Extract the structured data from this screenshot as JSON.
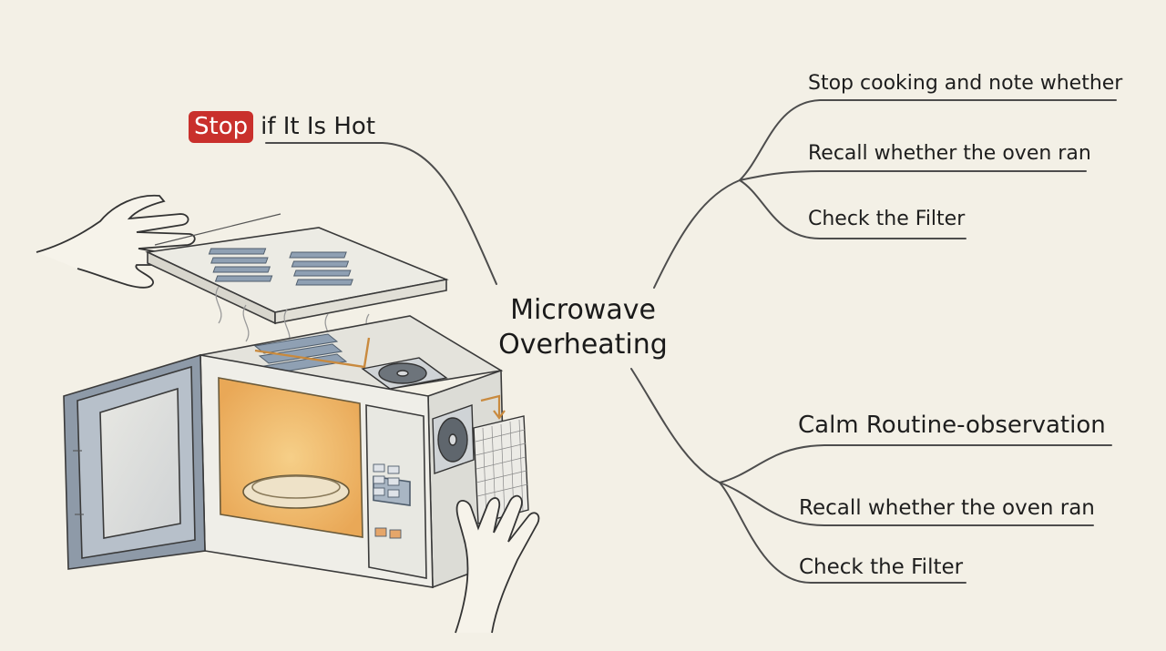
{
  "diagram": {
    "center_title": {
      "line1": "Microwave",
      "line2": "Overheating"
    },
    "top_left": {
      "badge": "Stop",
      "text": "if It Is Hot"
    },
    "right_top_branch": [
      "Stop cooking and note whether",
      "Recall whether the oven ran",
      "Check the Filter"
    ],
    "right_bottom_branch": [
      "Calm Routine-observation",
      "Recall whether the oven ran",
      "Check the Filter"
    ]
  },
  "colors": {
    "background": "#f3f0e6",
    "ink": "#4a4a4a",
    "badge": "#c9302c",
    "warm_glow": "#f2c27a",
    "metal": "#d9d9d2",
    "door_frame": "#8e9aa8"
  },
  "icons": [
    "fan-icon",
    "vent-grille-icon",
    "filter-icon",
    "hand-icon",
    "arrow-down-icon"
  ]
}
